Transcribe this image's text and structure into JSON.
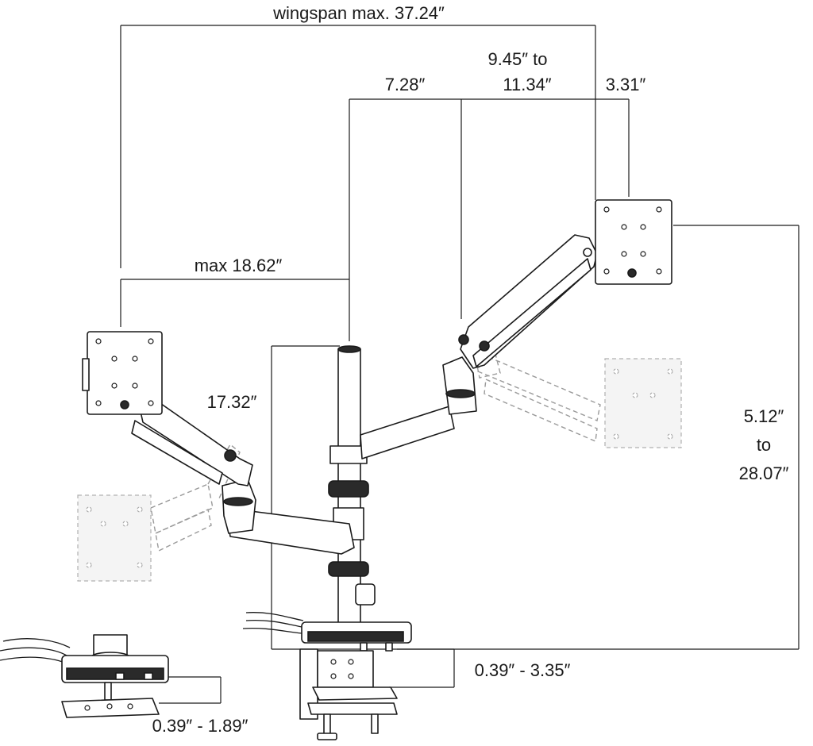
{
  "labels": {
    "wingspan": "wingspan max. 37.24″",
    "reach_min": "9.45″ to",
    "reach_max": "11.34″",
    "arm_segment": "7.28″",
    "mount_depth": "3.31″",
    "left_reach": "max 18.62″",
    "left_height": "17.32″",
    "height_min": "5.12″",
    "height_to": "to",
    "height_max": "28.07″",
    "clamp_range": "0.39″ - 3.35″",
    "grommet_range": "0.39″ - 1.89″"
  },
  "colors": {
    "line": "#1a1a1a",
    "ghost": "#9a9a9a",
    "background": "#ffffff"
  }
}
